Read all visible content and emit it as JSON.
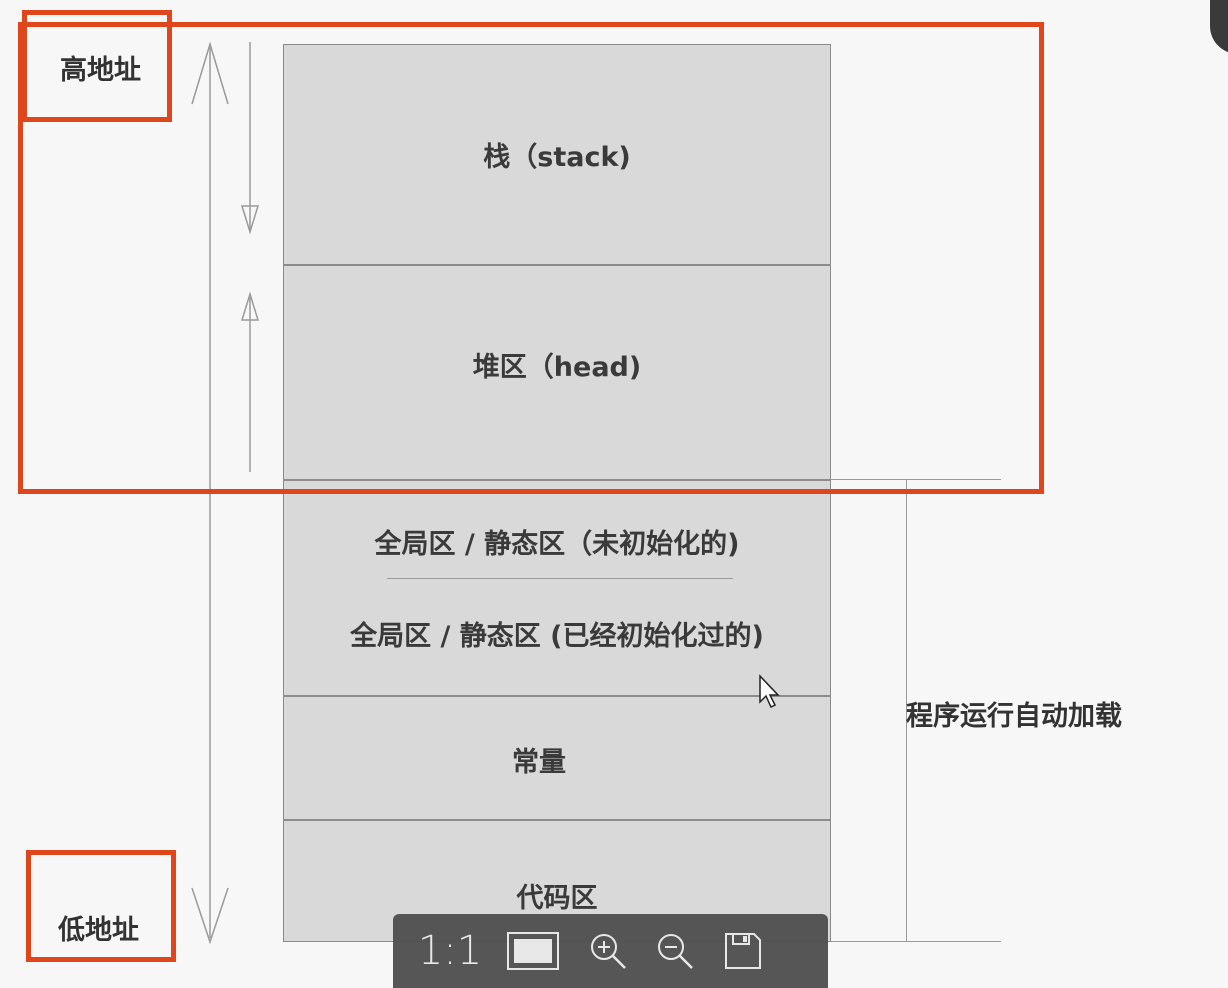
{
  "labels": {
    "high_address": "高地址",
    "low_address": "低地址",
    "auto_load": "程序运行自动加载"
  },
  "segments": {
    "stack": "栈（stack)",
    "heap": "堆区（head)",
    "global_uninit": "全局区 / 静态区（未初始化的)",
    "global_init": "全局区 / 静态区 (已经初始化过的)",
    "constant": "常量",
    "code": "代码区"
  },
  "toolbar": {
    "actual_size": "1:1",
    "fit_icon": "fit-to-screen-icon",
    "zoom_in_icon": "zoom-in-icon",
    "zoom_out_icon": "zoom-out-icon",
    "save_icon": "save-icon"
  },
  "colors": {
    "highlight_red": "#e0461c",
    "block_gray": "#d9d9d9",
    "toolbar_bg": "#505050"
  }
}
